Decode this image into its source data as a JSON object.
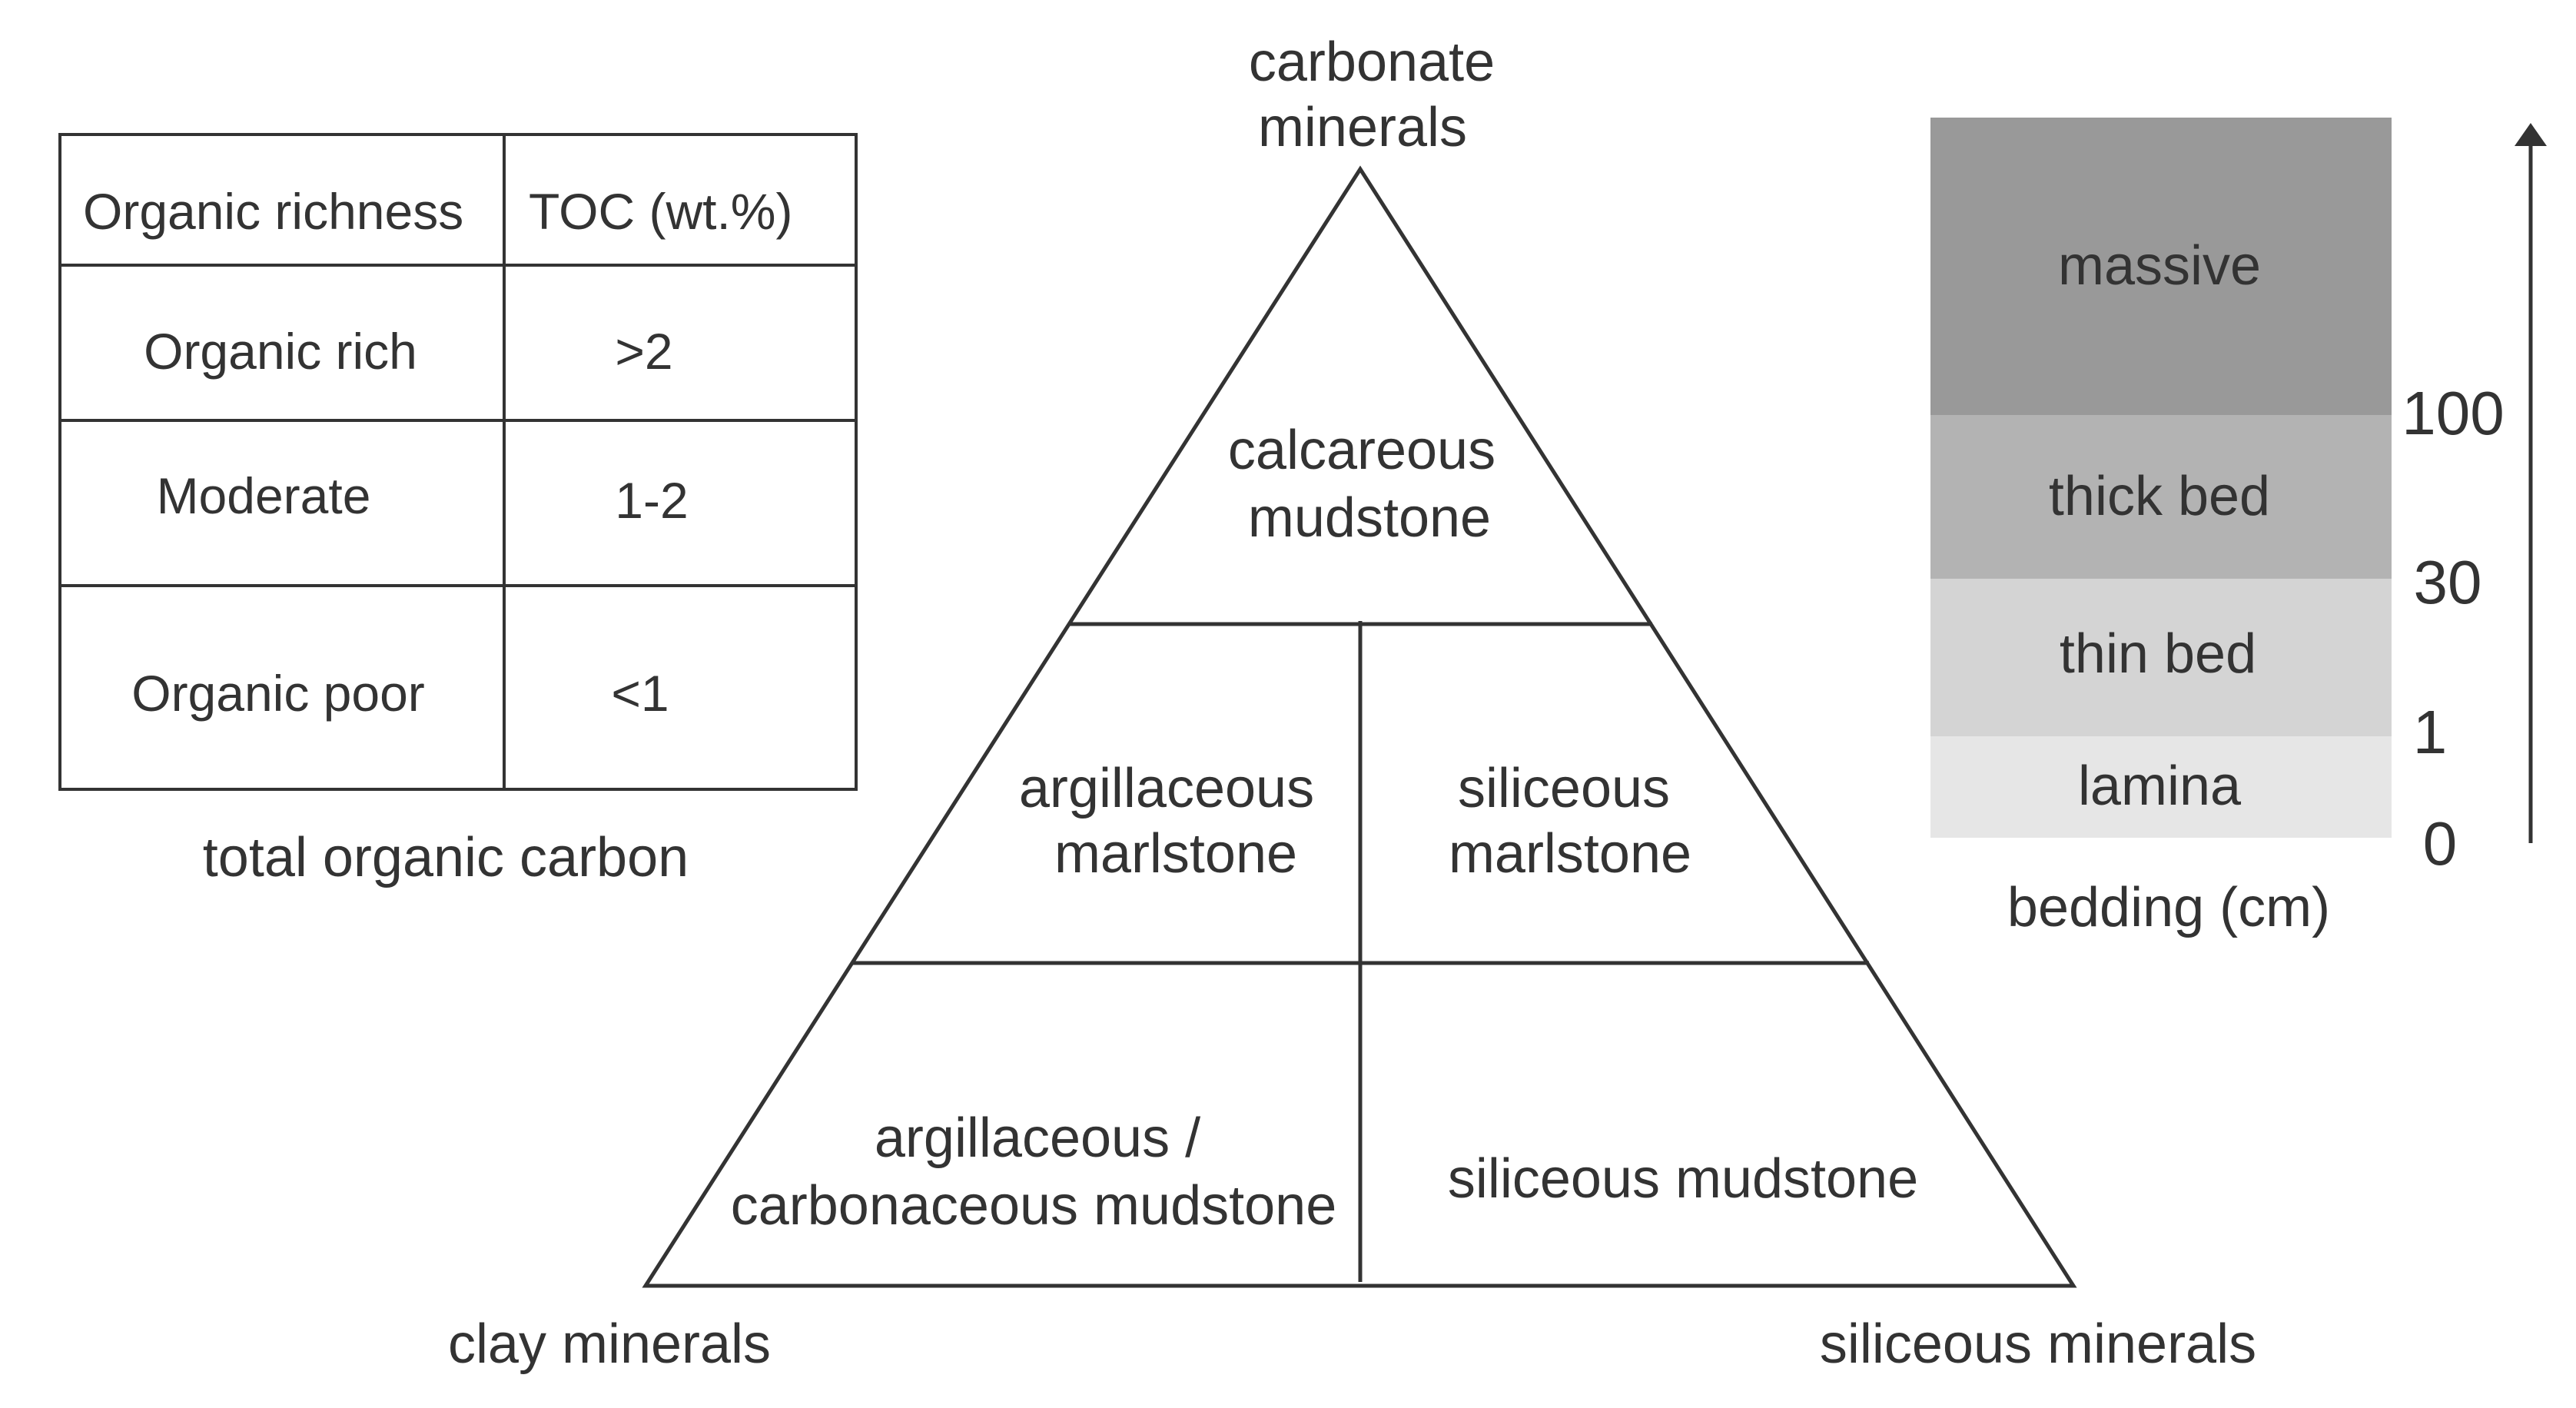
{
  "toc_table": {
    "headers": [
      "Organic richness",
      "TOC (wt.%)"
    ],
    "rows": [
      {
        "class": "Organic rich",
        "toc": ">2"
      },
      {
        "class": "Moderate",
        "toc": "1-2"
      },
      {
        "class": "Organic poor",
        "toc": "<1"
      }
    ],
    "caption": "total organic carbon"
  },
  "ternary": {
    "top_vertex": [
      "carbonate",
      "minerals"
    ],
    "left_vertex": "clay minerals",
    "right_vertex": "siliceous minerals",
    "regions": {
      "calcareous": [
        "calcareous",
        "mudstone"
      ],
      "argillaceous_marlstone": [
        "argillaceous",
        "marlstone"
      ],
      "siliceous_marlstone": [
        "siliceous",
        "marlstone"
      ],
      "argillaceous_carbonaceous": [
        "argillaceous /",
        "carbonaceous mudstone"
      ],
      "siliceous_mudstone": "siliceous mudstone"
    }
  },
  "bedding": {
    "caption": "bedding (cm)",
    "layers": [
      {
        "label": "massive",
        "color": "#999999"
      },
      {
        "label": "thick bed",
        "color": "#b3b3b3"
      },
      {
        "label": "thin bed",
        "color": "#d4d4d4"
      },
      {
        "label": "lamina",
        "color": "#e6e6e6"
      }
    ],
    "ticks": [
      "100",
      "30",
      "1",
      "0"
    ]
  },
  "colors": {
    "line": "#333333",
    "text": "#333333"
  }
}
